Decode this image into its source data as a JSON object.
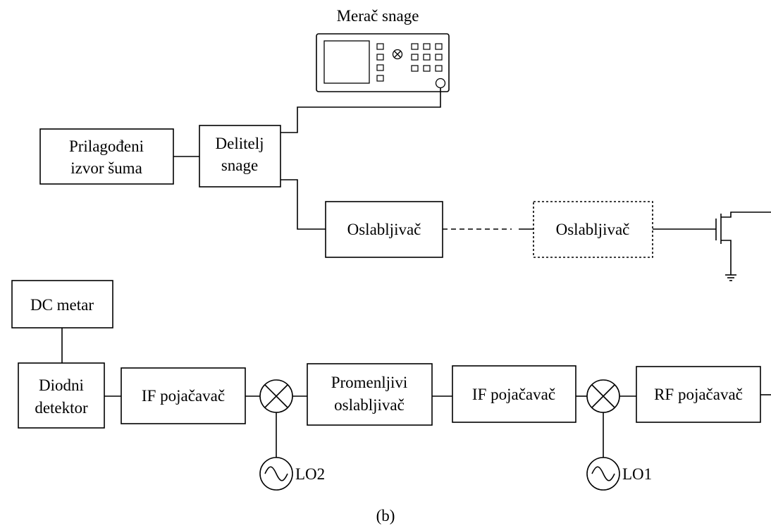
{
  "meter": {
    "label": "Merač snage"
  },
  "blocks": {
    "noise_source": [
      "Prilagođeni",
      "izvor šuma"
    ],
    "power_divider": [
      "Delitelj",
      "snage"
    ],
    "attenuator_1": "Oslabljivač",
    "attenuator_2": "Oslabljivač",
    "dc_meter": "DC metar",
    "diode_detector": [
      "Diodni",
      "detektor"
    ],
    "if_amp_1": "IF pojačavač",
    "variable_attenuator": [
      "Promenljivi",
      "oslabljivač"
    ],
    "if_amp_2": "IF pojačavač",
    "rf_amp": "RF pojačavač"
  },
  "oscillators": {
    "lo2": "LO2",
    "lo1": "LO1"
  },
  "caption": "(b)"
}
